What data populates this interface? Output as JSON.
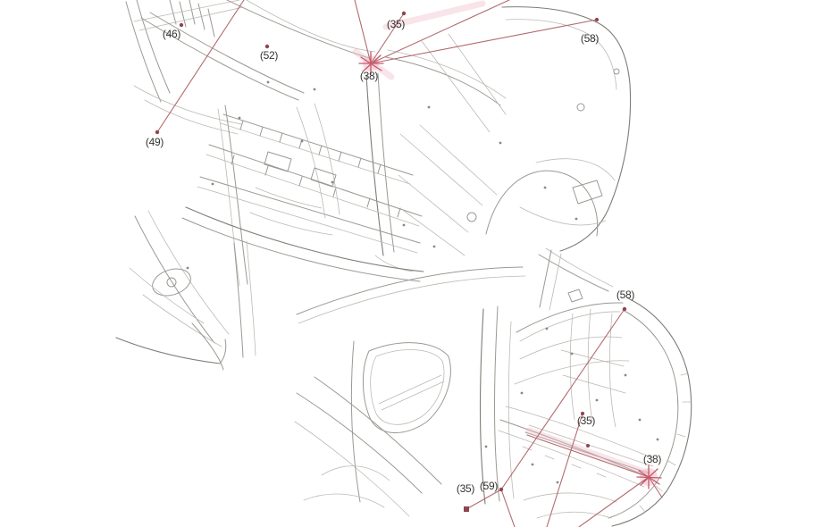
{
  "diagram": {
    "background": "#ffffff",
    "line_art_color": "#9b9993",
    "leader_line_color": "#b26a6e",
    "marker_color": "#c9566b",
    "highlight_color": "#edb9c6",
    "label_color": "#333330",
    "top_view": {
      "labels": {
        "c46": {
          "text": "(46)"
        },
        "c52": {
          "text": "(52)"
        },
        "c35": {
          "text": "(35)"
        },
        "c38": {
          "text": "(38)"
        },
        "c58": {
          "text": "(58)"
        },
        "c49": {
          "text": "(49)"
        }
      }
    },
    "bottom_view": {
      "labels": {
        "c58": {
          "text": "(58)"
        },
        "c35_upper": {
          "text": "(35)"
        },
        "c38": {
          "text": "(38)"
        },
        "c35_lower": {
          "text": "(35)"
        },
        "c59": {
          "text": "(59)"
        }
      }
    }
  }
}
